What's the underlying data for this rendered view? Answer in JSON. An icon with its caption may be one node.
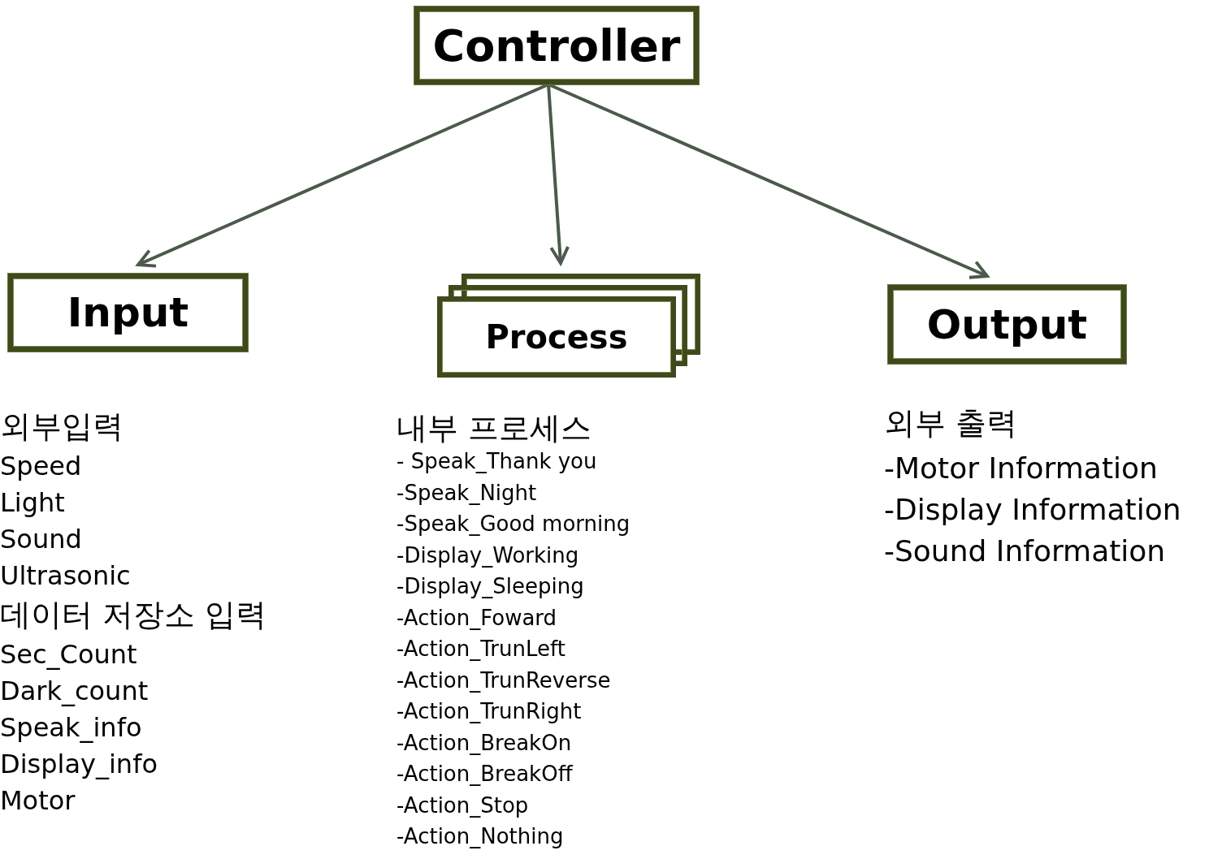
{
  "diagram": {
    "nodes": [
      {
        "text": [
          "Controller"
        ]
      },
      {
        "text": [
          "Input"
        ],
        "beside": [
          "외부입력",
          "Speed",
          "Light",
          "Sound",
          "Ultrasonic",
          "데이터 저장소 입력",
          "Sec_Count",
          "Dark_count",
          "Speak_info",
          "Display_info",
          "Motor"
        ]
      },
      {
        "text": [
          "Process"
        ],
        "beside": [
          "내부 프로세스",
          "- Speak_Thank you",
          "-Speak_Night",
          "-Speak_Good morning",
          "-Display_Working",
          "-Display_Sleeping",
          "-Action_Foward",
          "-Action_TrunLeft",
          "-Action_TrunReverse",
          "-Action_TrunRight",
          "-Action_BreakOn",
          "-Action_BreakOff",
          "-Action_Stop",
          "-Action_Nothing"
        ]
      },
      {
        "text": [
          "Output"
        ],
        "beside": [
          "외부 출력",
          "-Motor Information",
          "-Display Information",
          "-Sound Information"
        ]
      }
    ],
    "edges": [
      {
        "from": 0,
        "to": 1,
        "arrow": "to"
      },
      {
        "from": 0,
        "to": 2,
        "arrow": "to"
      },
      {
        "from": 0,
        "to": 3,
        "arrow": "to"
      }
    ]
  }
}
